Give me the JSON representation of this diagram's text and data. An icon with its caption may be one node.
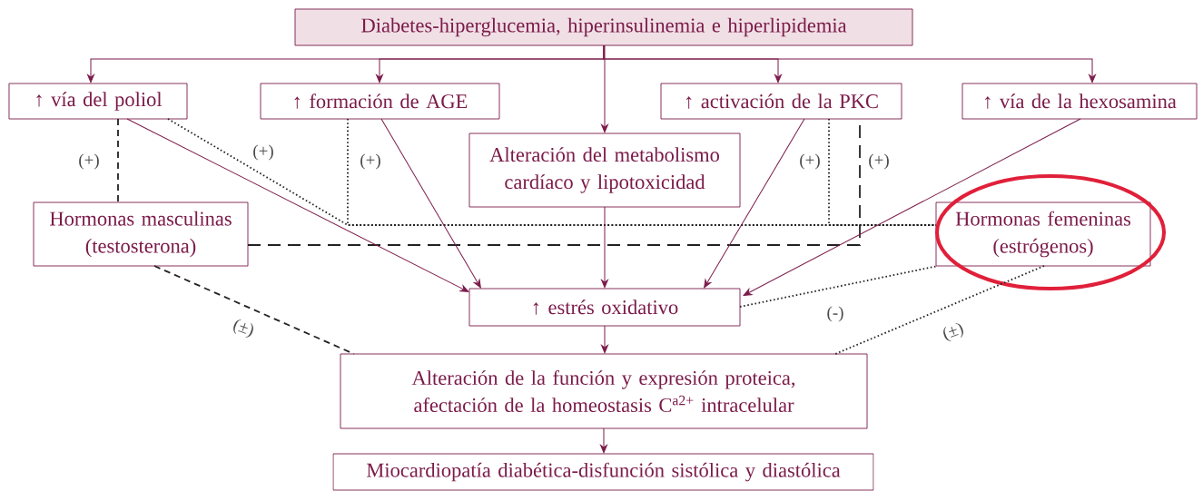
{
  "diagram": {
    "nodes": [
      {
        "text": [
          "Diabetes-hiperglucemia, hiperinsulinemia e hiperlipidemia"
        ]
      },
      {
        "text": [
          "↑ vía del poliol"
        ]
      },
      {
        "text": [
          "↑ formación de AGE"
        ]
      },
      {
        "text": [
          "↑ activación de la PKC"
        ]
      },
      {
        "text": [
          "↑ vía de la hexosamina"
        ]
      },
      {
        "text": [
          "Alteración del metabolismo cardíaco y lipotoxicidad"
        ]
      },
      {
        "text": [
          "Hormonas masculinas (testosterona)"
        ]
      },
      {
        "text": [
          "Hormonas femeninas (estrógenos)"
        ]
      },
      {
        "text": [
          "↑ estrés oxidativo"
        ]
      },
      {
        "text": [
          "Alteración de la función y expresión proteica, afectación de la homeostasis C$^{a2+}$ intracelular"
        ]
      },
      {
        "text": [
          "Miocardiopatía diabética-disfunción sistólica y diastólica"
        ]
      }
    ],
    "edges": [
      {
        "from": 0,
        "to": 1,
        "arrow": "to"
      },
      {
        "from": 0,
        "to": 2,
        "arrow": "to"
      },
      {
        "from": 0,
        "to": 5,
        "arrow": "to"
      },
      {
        "from": 0,
        "to": 3,
        "arrow": "to"
      },
      {
        "from": 0,
        "to": 4,
        "arrow": "to"
      },
      {
        "from": 1,
        "to": 6,
        "arrow": "none",
        "label": "(+)",
        "style": "dashed",
        "color": "#222222"
      },
      {
        "from": 1,
        "to": 7,
        "arrow": "none",
        "label": "(+)",
        "style": "dashed",
        "color": "#222222"
      },
      {
        "from": 2,
        "to": 7,
        "arrow": "none",
        "label": "(+)",
        "style": "dashed",
        "color": "#222222"
      },
      {
        "from": 3,
        "to": 7,
        "arrow": "none",
        "label": "(+)",
        "style": "dashed",
        "color": "#222222"
      },
      {
        "from": 6,
        "to": 3,
        "arrow": "none",
        "label": "(+)",
        "style": "dashed",
        "color": "#222222"
      },
      {
        "from": 1,
        "to": 8,
        "arrow": "to"
      },
      {
        "from": 2,
        "to": 8,
        "arrow": "to"
      },
      {
        "from": 5,
        "to": 8,
        "arrow": "to"
      },
      {
        "from": 3,
        "to": 8,
        "arrow": "to"
      },
      {
        "from": 4,
        "to": 8,
        "arrow": "to"
      },
      {
        "from": 8,
        "to": 7,
        "arrow": "none",
        "label": "(-)",
        "style": "dashed",
        "color": "#222222"
      },
      {
        "from": 6,
        "to": 9,
        "arrow": "none",
        "label": "(±)",
        "style": "dashed",
        "color": "#222222"
      },
      {
        "from": 7,
        "to": 9,
        "arrow": "none",
        "label": "(±)",
        "style": "dashed",
        "color": "#222222"
      },
      {
        "from": 8,
        "to": 9,
        "arrow": "to"
      },
      {
        "from": 9,
        "to": 10,
        "arrow": "to"
      }
    ]
  }
}
